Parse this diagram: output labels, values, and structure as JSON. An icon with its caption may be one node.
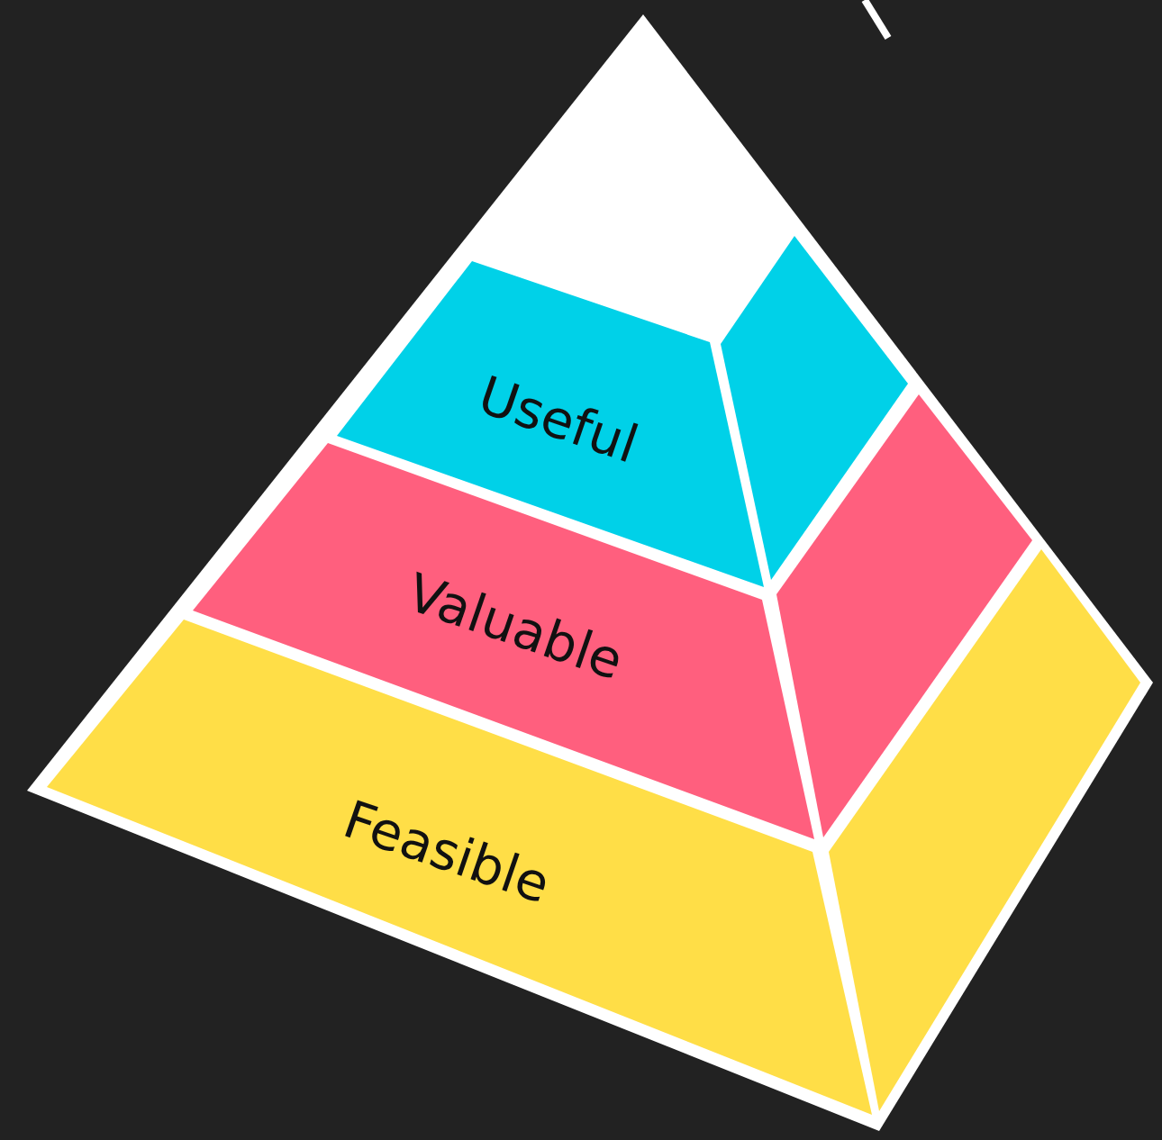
{
  "diagram": {
    "nodes": [
      {
        "text": [
          "Useful"
        ]
      },
      {
        "text": [
          "Valuable"
        ]
      },
      {
        "text": [
          "Feasible"
        ]
      }
    ],
    "edges": []
  }
}
